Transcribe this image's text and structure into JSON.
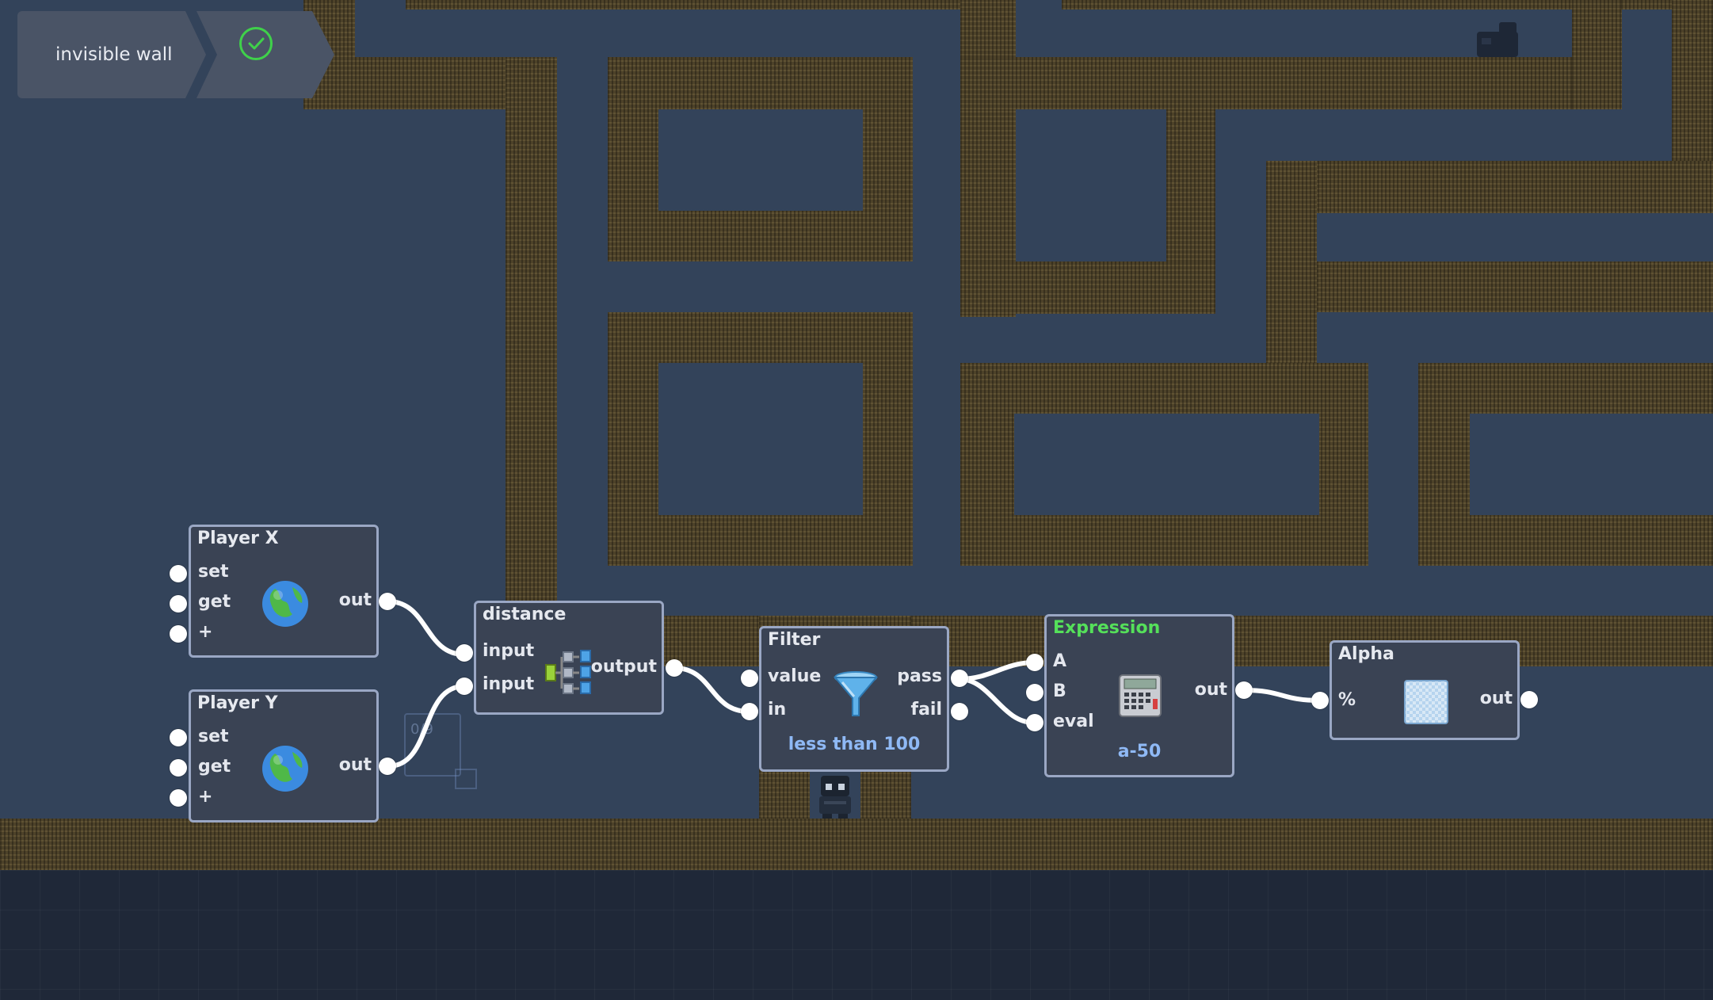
{
  "level": {
    "title": "invisible wall",
    "status_icon": "check-circle-icon",
    "status_color": "#3fd14a"
  },
  "nodes": {
    "player_x": {
      "title": "Player X",
      "inputs": [
        "set",
        "get",
        "+"
      ],
      "output": "out",
      "icon": "globe-icon"
    },
    "player_y": {
      "title": "Player Y",
      "inputs": [
        "set",
        "get",
        "+"
      ],
      "output": "out",
      "icon": "globe-icon"
    },
    "distance": {
      "title": "distance",
      "inputs": [
        "input",
        "input"
      ],
      "output": "output",
      "icon": "network-icon"
    },
    "filter": {
      "title": "Filter",
      "inputs": [
        "value",
        "in"
      ],
      "outputs": [
        "pass",
        "fail"
      ],
      "condition": "less than 100",
      "icon": "funnel-icon"
    },
    "expression": {
      "title": "Expression",
      "inputs": [
        "A",
        "B",
        "eval"
      ],
      "output": "out",
      "formula": "a-50",
      "icon": "calculator-icon",
      "title_color": "#55e05a"
    },
    "alpha": {
      "title": "Alpha",
      "input": "%",
      "output": "out",
      "icon": "transparency-icon"
    }
  },
  "ghost_label": "0/9",
  "colors": {
    "wall": "#4d4229",
    "floor": "#33435a",
    "node_bg": "#3a4354",
    "node_border": "#9aa7c4",
    "param_text": "#8fb9f5"
  }
}
